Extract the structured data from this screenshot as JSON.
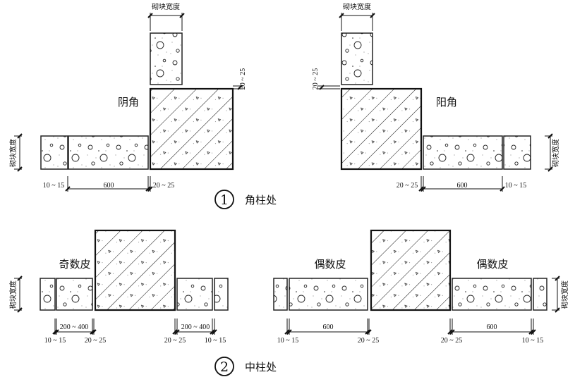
{
  "labels": {
    "block_width": "砌块宽度",
    "inner_corner": "阴角",
    "outer_corner": "阳角",
    "odd_course": "奇数皮",
    "even_course": "偶数皮",
    "corner_column": "角柱处",
    "middle_column": "中柱处",
    "marker_1": "1",
    "marker_2": "2"
  },
  "dims": {
    "d10_15": "10 ~ 15",
    "d20_25": "20 ~ 25",
    "d600": "600",
    "d200_400": "200 ~ 400"
  }
}
